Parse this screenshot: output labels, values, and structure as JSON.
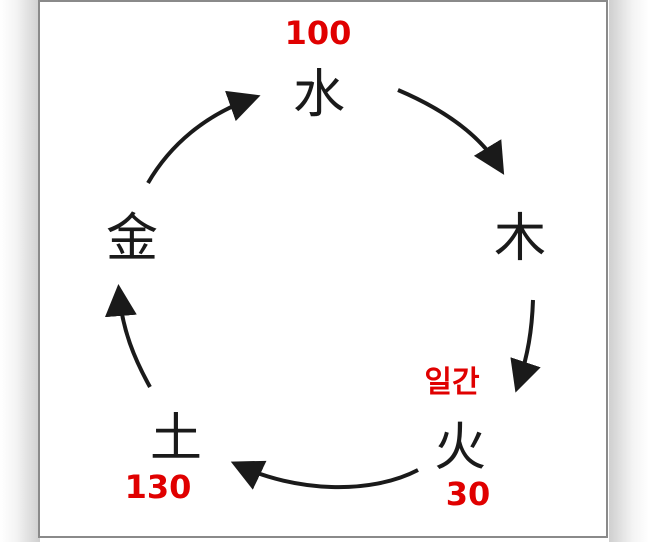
{
  "diagram": {
    "nodes": {
      "water": "水",
      "wood": "木",
      "fire": "火",
      "earth": "土",
      "metal": "金"
    },
    "labels": {
      "water_value": "100",
      "fire_value": "30",
      "fire_tag": "일간",
      "earth_value": "130"
    },
    "colors": {
      "accent": "#e00000",
      "ink": "#1a1a1a"
    }
  }
}
